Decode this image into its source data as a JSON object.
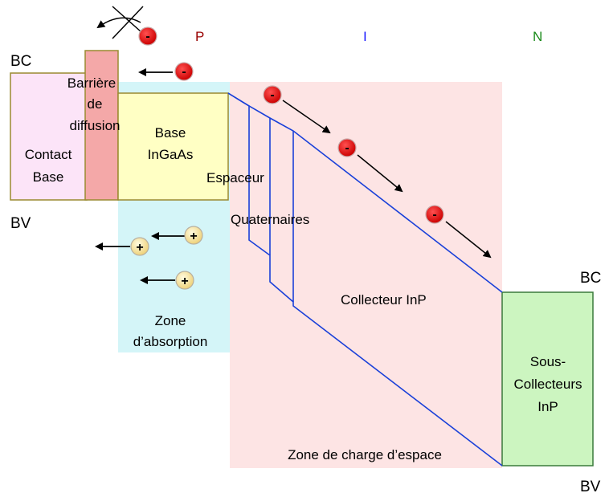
{
  "regions": {
    "p": "P",
    "i": "I",
    "n": "N"
  },
  "band_labels": {
    "bc_left": "BC",
    "bv_left": "BV",
    "bc_right": "BC",
    "bv_right": "BV"
  },
  "layers": {
    "contact_base": [
      "Contact",
      "Base"
    ],
    "barrier": [
      "Barrière",
      "de",
      "diffusion"
    ],
    "base": [
      "Base",
      "InGaAs"
    ],
    "spacer": "Espaceur",
    "quaternary": "Quaternaires",
    "collector": "Collecteur InP",
    "subcollector": [
      "Sous-",
      "Collecteurs",
      "InP"
    ],
    "absorption_zone": [
      "Zone",
      "d’absorption"
    ],
    "space_charge_zone": "Zone de charge d’espace"
  },
  "carriers": {
    "electron_sign": "-",
    "hole_sign": "+"
  },
  "colors": {
    "contact_base": "#fce4f8",
    "barrier": "#f4a8a8",
    "base": "#ffffc4",
    "subcollector": "#ccf5c0",
    "absorption": "#d4f5f8",
    "space_charge": "#fde4e4",
    "band_line": "#1a40d9",
    "electron": "#e00000",
    "hole": "#f4df90"
  }
}
